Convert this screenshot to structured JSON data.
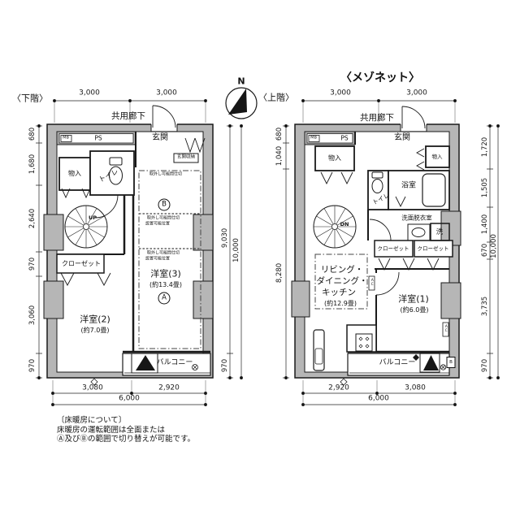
{
  "title": "〈メゾネット〉",
  "compass": {
    "north_label": "N"
  },
  "colors": {
    "wall_fill": "#b6b6b6",
    "line": "#1a1a1a",
    "hatch_fill": "#161616"
  },
  "note": {
    "line1": "〔床暖房について〕",
    "line2": "床暖房の運転範囲は全面または",
    "line3": "Ⓐ及びⒷの範囲で切り替えが可能です。"
  },
  "lower": {
    "floor_label": "〈下階〉",
    "corridor_label": "共用廊下",
    "labels": {
      "mb": "MB",
      "ps": "PS",
      "genkan": "玄関",
      "genkan_shuno": "玄関収納",
      "monoiri": "物入",
      "toilet": "トイレ",
      "up": "UP",
      "closet": "クローゼット",
      "room2": "洋室(2)",
      "room2_size": "(約7.0畳)",
      "room3": "洋室(3)",
      "room3_size": "(約13.4畳)",
      "mark_a": "A",
      "mark_b": "B",
      "partition_top": "取外し可能間仕切",
      "partition_mid_1": "取外し可能間仕切",
      "partition_mid_2": "設置可能位置",
      "partition_low_1": "取外し可能間仕切",
      "partition_low_2": "設置可能位置",
      "balcony": "バルコニー"
    },
    "dims": {
      "top": [
        "3,000",
        "3,000"
      ],
      "left": [
        "680",
        "1,680",
        "2,640",
        "970",
        "3,060",
        "970"
      ],
      "right": [
        "9,030",
        "970"
      ],
      "right_total": "10,000",
      "bottom": [
        "3,080",
        "2,920"
      ],
      "bottom_total": "6,000"
    }
  },
  "upper": {
    "floor_label": "〈上階〉",
    "corridor_label": "共用廊下",
    "labels": {
      "mb": "MB",
      "ps": "PS",
      "genkan": "玄関",
      "monoiri_left": "物入",
      "monoiri_right": "物入",
      "toilet": "トイレ",
      "bath": "浴室",
      "washroom": "洗面脱衣室",
      "laundry": "洗",
      "closet_left": "クローゼット",
      "closet_right": "クローゼット",
      "dn": "DN",
      "ldk_line1": "リビング・",
      "ldk_line2": "ダイニング・",
      "ldk_line3": "キッチン",
      "ldk_size": "(約12.9畳)",
      "room1": "洋室(1)",
      "room1_size": "(約6.0畳)",
      "balcony": "バルコニー",
      "ac1": "AC",
      "ac2": "AC",
      "mark_b": "B"
    },
    "dims": {
      "top": [
        "3,000",
        "3,000"
      ],
      "left": [
        "680",
        "1,040",
        "8,280"
      ],
      "right": [
        "1,720",
        "1,505",
        "1,400",
        "670",
        "3,735",
        "970"
      ],
      "right_total": "10,000",
      "bottom": [
        "2,920",
        "3,080"
      ],
      "bottom_total": "6,000"
    }
  }
}
